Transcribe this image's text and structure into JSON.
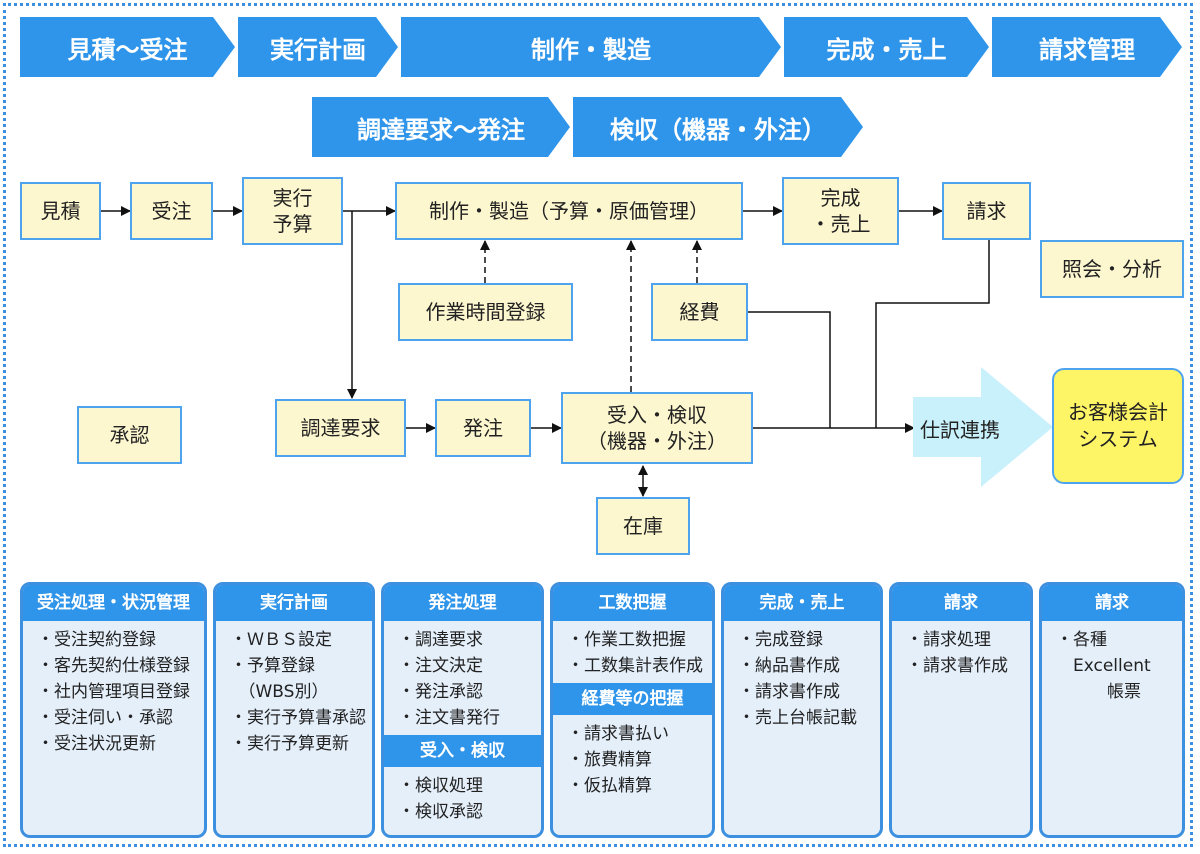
{
  "phases": [
    "見積〜受注",
    "実行計画",
    "制作・製造",
    "完成・売上",
    "請求管理"
  ],
  "phases2": [
    "調達要求〜発注",
    "検収（機器・外注）"
  ],
  "boxes": {
    "mitsumori": "見積",
    "juchu": "受注",
    "jikko_yosan": "実行\n予算",
    "seisaku": "制作・製造（予算・原価管理）",
    "kansei": "完成\n・売上",
    "seikyu": "請求",
    "shokai": "照会・分析",
    "sagyo": "作業時間登録",
    "keihi": "経費",
    "shonin": "承認",
    "chotatsu": "調達要求",
    "hatchu": "発注",
    "ukeire": "受入・検収\n（機器・外注）",
    "zaiko": "在庫",
    "shiwake": "仕訳連携",
    "kaikei": "お客様会計\nシステム"
  },
  "cards": [
    {
      "title": "受注処理・状況管理",
      "items": [
        "・受注契約登録",
        "・客先契約仕様登録",
        "・社内管理項目登録",
        "・受注伺い・承認",
        "・受注状況更新"
      ]
    },
    {
      "title": "実行計画",
      "items": [
        "・ＷＢＳ設定",
        "・予算登録\n　（WBS別）",
        "・実行予算書承認",
        "・実行予算更新"
      ]
    },
    {
      "title": "発注処理",
      "items": [
        "・調達要求",
        "・注文決定",
        "・発注承認",
        "・注文書発行"
      ],
      "sub_title": "受入・検収",
      "sub_items": [
        "・検収処理",
        "・検収承認"
      ]
    },
    {
      "title": "工数把握",
      "items": [
        "・作業工数把握",
        "・工数集計表作成"
      ],
      "sub_title": "経費等の把握",
      "sub_items": [
        "・請求書払い",
        "・旅費精算",
        "・仮払精算"
      ]
    },
    {
      "title": "完成・売上",
      "items": [
        "・完成登録",
        "・納品書作成",
        "・請求書作成",
        "・売上台帳記載"
      ]
    },
    {
      "title": "請求",
      "items": [
        "・請求処理",
        "・請求書作成"
      ]
    },
    {
      "title": "請求",
      "items": [
        "・各種\n　Excellent\n　　　帳票"
      ]
    }
  ]
}
